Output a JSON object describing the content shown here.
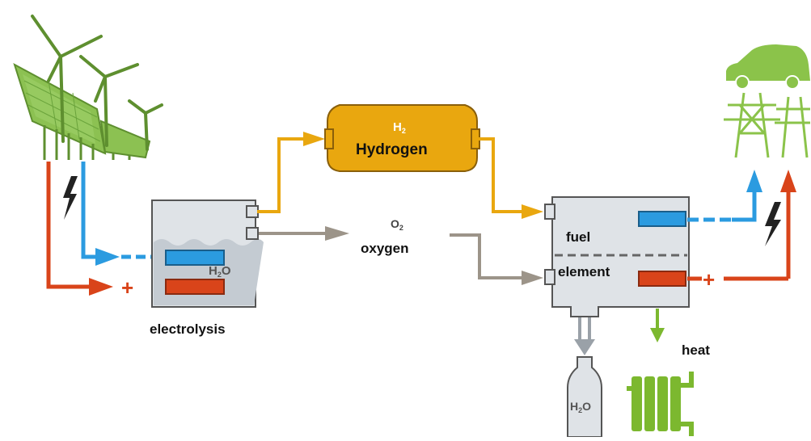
{
  "labels": {
    "h2_formula": "H",
    "h2_sub": "2",
    "hydrogen": "Hydrogen",
    "o2_formula": "O",
    "o2_sub": "2",
    "oxygen": "oxygen",
    "electrolyzer_h2o": "H",
    "electrolyzer_h2o_sub": "2",
    "electrolyzer_h2o_o": "O",
    "electrolysis": "electrolysis",
    "fuel": "fuel",
    "element": "element",
    "heat": "heat",
    "water_tank_h": "H",
    "water_tank_sub": "2",
    "water_tank_o": "O",
    "plus": "+"
  },
  "colors": {
    "solar_green": "#7ab547",
    "tank_gray": "#c8ced4",
    "hydrogen_orange": "#e9a70f",
    "oxygen_gray": "#9c9489",
    "anode_red": "#d9441a",
    "cathode_blue": "#2b9be0",
    "heat_green": "#7cb82f"
  },
  "icons": [
    "wind-turbine-icon",
    "solar-panel-icon",
    "lightning-icon",
    "car-icon",
    "power-pylon-icon",
    "radiator-icon",
    "water-bottle-icon"
  ]
}
